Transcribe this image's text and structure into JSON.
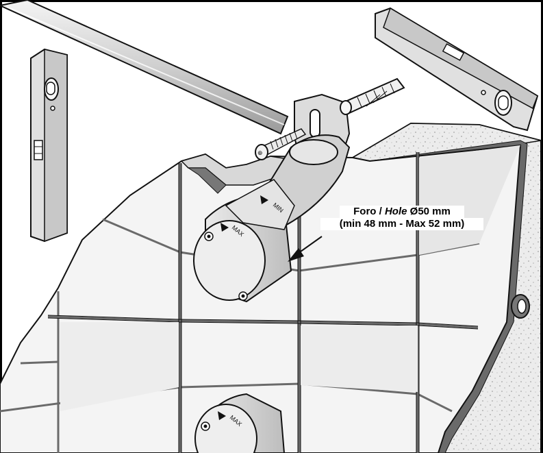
{
  "callout": {
    "foro": "Foro / ",
    "hole": "Hole",
    "diameter": " Ø50 mm",
    "range": "(min 48 mm - Max 52 mm)"
  },
  "dial_labels": {
    "min": "MIN",
    "max_upper": "MAX",
    "max_lower": "MAX"
  },
  "colors": {
    "tile": "#f4f4f4",
    "tile_shade": "#d8d8d8",
    "grout": "#6a6a6a",
    "concrete": "#ececec",
    "outline": "#111111",
    "rod": "#dcdcdc"
  },
  "icons": [
    "spirit-level-icon",
    "wall-plug-icon",
    "screw-icon",
    "bracket-icon",
    "rod-icon"
  ]
}
